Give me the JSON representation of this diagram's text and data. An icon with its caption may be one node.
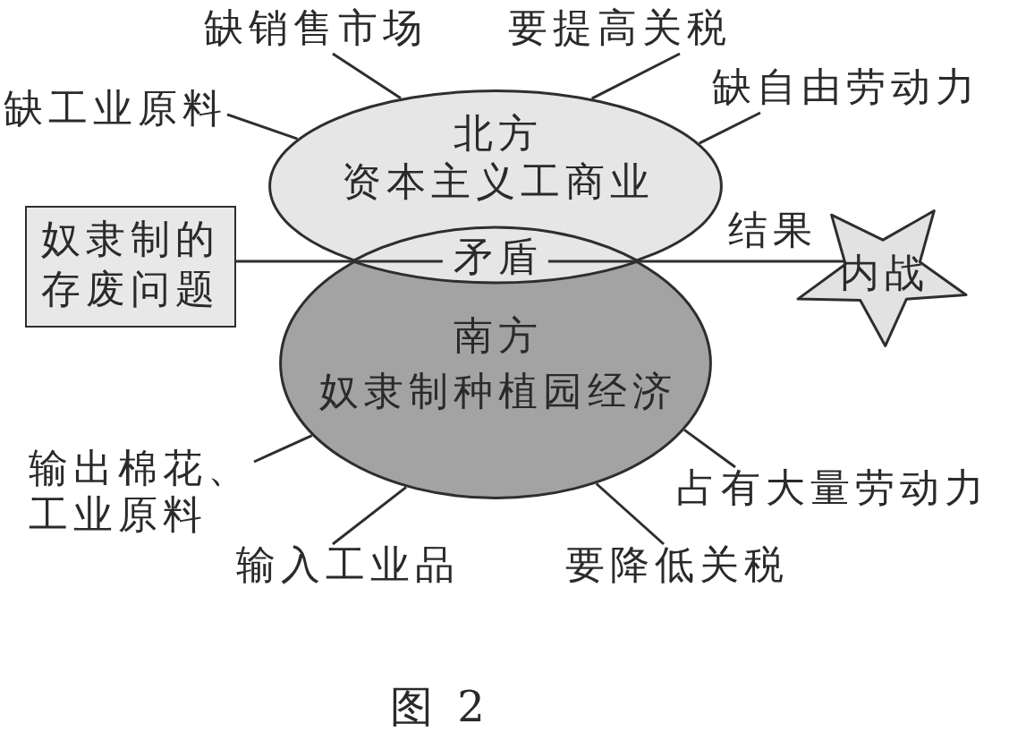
{
  "diagram": {
    "caption": "图 2",
    "nodes": [
      {
        "text": [
          "缺销售市场"
        ]
      },
      {
        "text": [
          "要提高关税"
        ]
      },
      {
        "text": [
          "缺工业原料"
        ]
      },
      {
        "text": [
          "缺自由劳动力"
        ]
      },
      {
        "text": [
          "北方",
          "资本主义工商业"
        ]
      },
      {
        "text": [
          "奴隶制的存废问题"
        ]
      },
      {
        "text": [
          "矛盾"
        ]
      },
      {
        "text": [
          "内战"
        ]
      },
      {
        "text": [
          "南方",
          "奴隶制种植园经济"
        ]
      },
      {
        "text": [
          "输出棉花、工业原料"
        ]
      },
      {
        "text": [
          "占有大量劳动力"
        ]
      },
      {
        "text": [
          "输入工业品"
        ]
      },
      {
        "text": [
          "要降低关税"
        ]
      }
    ],
    "edges": [
      {
        "from": 0,
        "to": 4,
        "arrow": "none"
      },
      {
        "from": 1,
        "to": 4,
        "arrow": "none"
      },
      {
        "from": 2,
        "to": 4,
        "arrow": "none"
      },
      {
        "from": 3,
        "to": 4,
        "arrow": "none"
      },
      {
        "from": 5,
        "to": 6,
        "arrow": "none"
      },
      {
        "from": 6,
        "to": 7,
        "arrow": "none",
        "label": "结果"
      },
      {
        "from": 9,
        "to": 8,
        "arrow": "none"
      },
      {
        "from": 10,
        "to": 8,
        "arrow": "none"
      },
      {
        "from": 11,
        "to": 8,
        "arrow": "none"
      },
      {
        "from": 12,
        "to": 8,
        "arrow": "none"
      }
    ]
  }
}
